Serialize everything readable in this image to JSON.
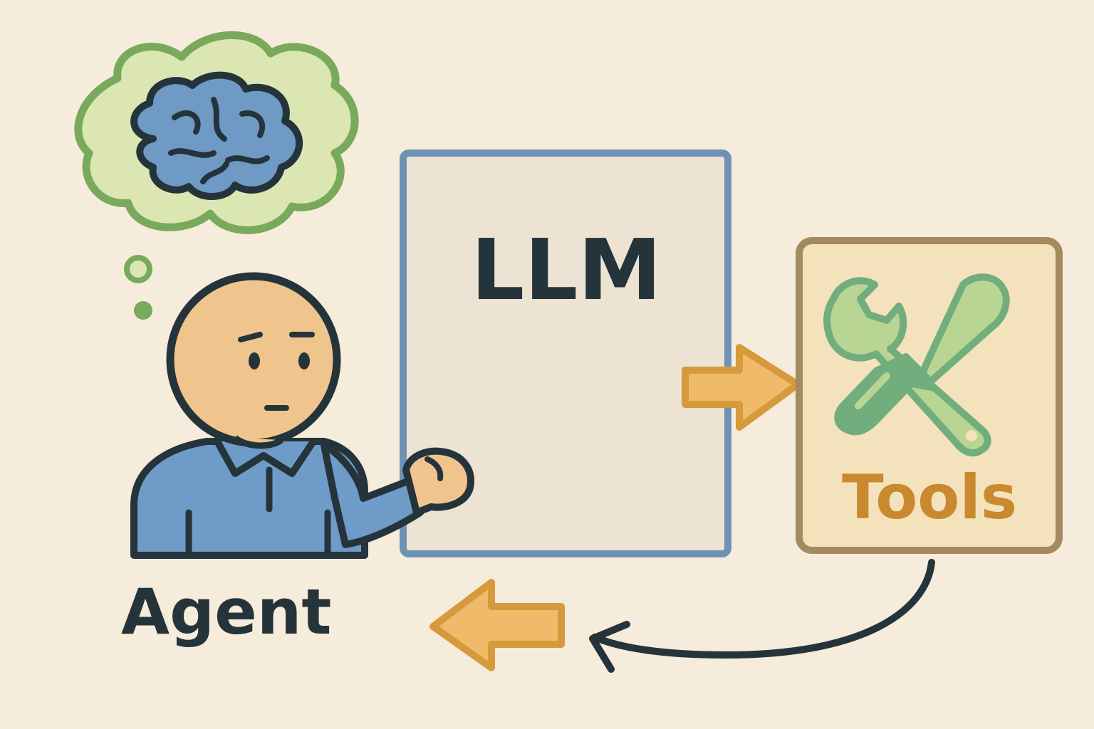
{
  "labels": {
    "llm": "LLM",
    "tools": "Tools",
    "agent": "Agent"
  },
  "icons": {
    "brain": "brain-icon",
    "thought_bubble": "thought-bubble",
    "wrench": "wrench-icon",
    "screwdriver": "screwdriver-icon",
    "arrow_right": "arrow-right-icon",
    "arrow_left": "arrow-left-icon",
    "return_arrow": "curved-return-arrow"
  },
  "colors": {
    "background": "#f6ecdc",
    "ink": "#24343a",
    "llm_border": "#6d93b4",
    "llm_fill": "#ede3d3",
    "tools_border": "#a5895f",
    "tools_fill": "#f4e2bc",
    "tools_text": "#c9892e",
    "arrow_fill": "#efbb6b",
    "arrow_stroke": "#d69a3d",
    "cloud_border": "#79a95a",
    "cloud_fill": "#dce6b3",
    "brain_fill": "#6f9ac6",
    "skin": "#f0c58d",
    "shirt": "#6f9bc9",
    "tool_light": "#b9d593",
    "tool_dark": "#72ad7d"
  }
}
